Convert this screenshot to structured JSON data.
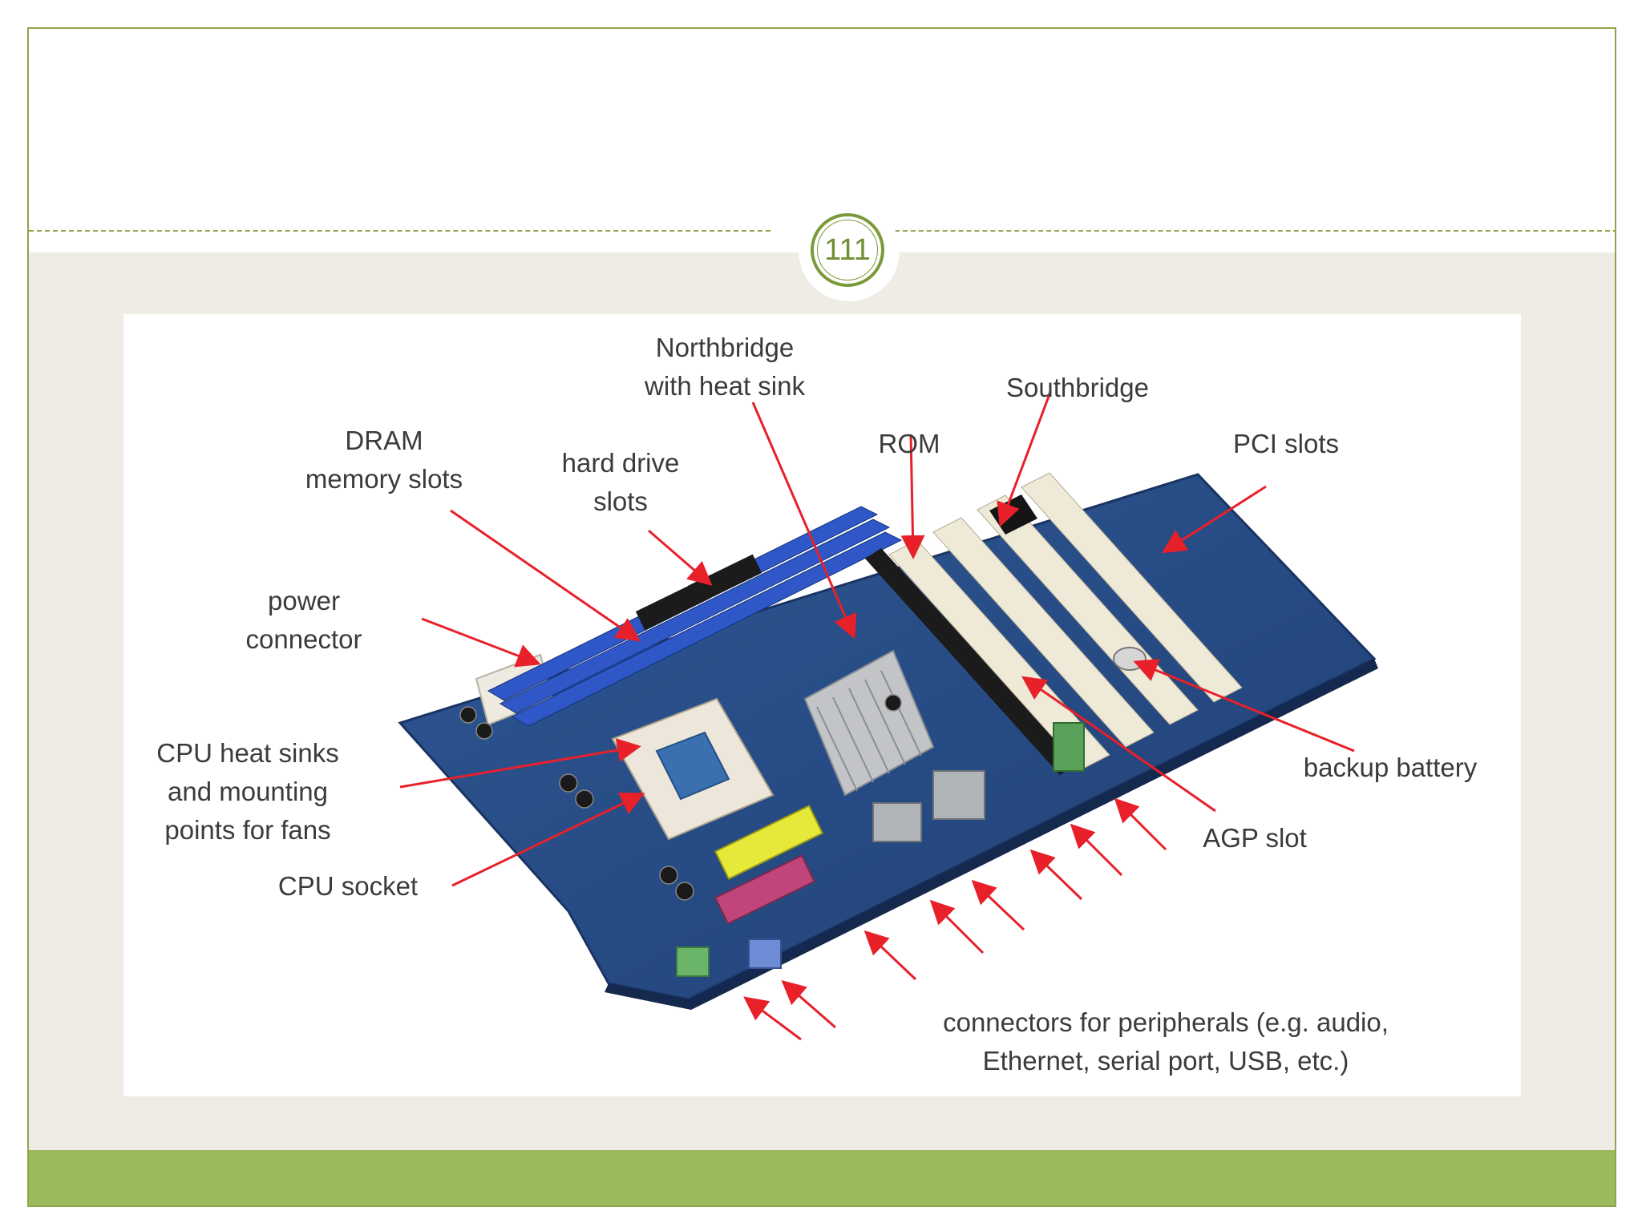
{
  "slide": {
    "page_number": "111",
    "colors": {
      "frame_border": "#8fa44a",
      "content_background": "#efece5",
      "footer_band": "#9bba5c",
      "accent": "#7a9a3a",
      "arrow": "#e8202a",
      "board": "#2a4f8f"
    }
  },
  "diagram": {
    "labels": {
      "northbridge": [
        "Northbridge",
        "with heat sink"
      ],
      "southbridge": [
        "Southbridge"
      ],
      "rom": [
        "ROM"
      ],
      "pci": [
        "PCI slots"
      ],
      "dram": [
        "DRAM",
        "memory slots"
      ],
      "hard_drive": [
        "hard drive",
        "slots"
      ],
      "power": [
        "power",
        "connector"
      ],
      "cpu_heat": [
        "CPU heat sinks",
        "and mounting",
        "points for fans"
      ],
      "cpu_socket": [
        "CPU socket"
      ],
      "backup_battery": [
        "backup battery"
      ],
      "agp": [
        "AGP slot"
      ],
      "peripherals": [
        "connectors for peripherals (e.g. audio,",
        "Ethernet, serial port, USB, etc.)"
      ]
    }
  }
}
